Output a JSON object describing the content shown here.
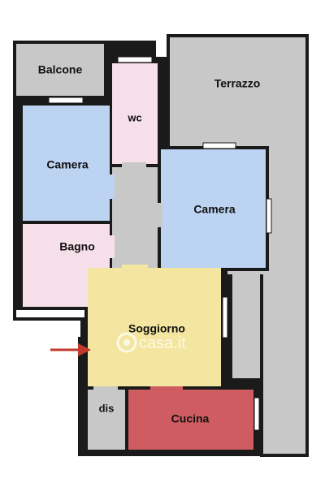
{
  "rooms": {
    "balcone": {
      "label": "Balcone",
      "color": "#c8c8c8"
    },
    "terrazzo": {
      "label": "Terrazzo",
      "color": "#c8c8c8"
    },
    "wc": {
      "label": "wc",
      "color": "#f6dfe9"
    },
    "camera_left": {
      "label": "Camera",
      "color": "#bcd3f2"
    },
    "camera_right": {
      "label": "Camera",
      "color": "#bcd3f2"
    },
    "bagno": {
      "label": "Bagno",
      "color": "#f6dfe9"
    },
    "soggiorno": {
      "label": "Soggiorno",
      "color": "#f4e6a0"
    },
    "dis": {
      "label": "dis",
      "color": "#c8c8c8"
    },
    "cucina": {
      "label": "Cucina",
      "color": "#cf5c60"
    },
    "corridoio": {
      "color": "#c8c8c8"
    }
  },
  "watermark": {
    "text": "casa.it",
    "icon": "casa-logo-icon"
  },
  "entrance": {
    "icon": "entrance-arrow-icon",
    "color": "#c0392b"
  },
  "wall_color": "#1a1a1a"
}
